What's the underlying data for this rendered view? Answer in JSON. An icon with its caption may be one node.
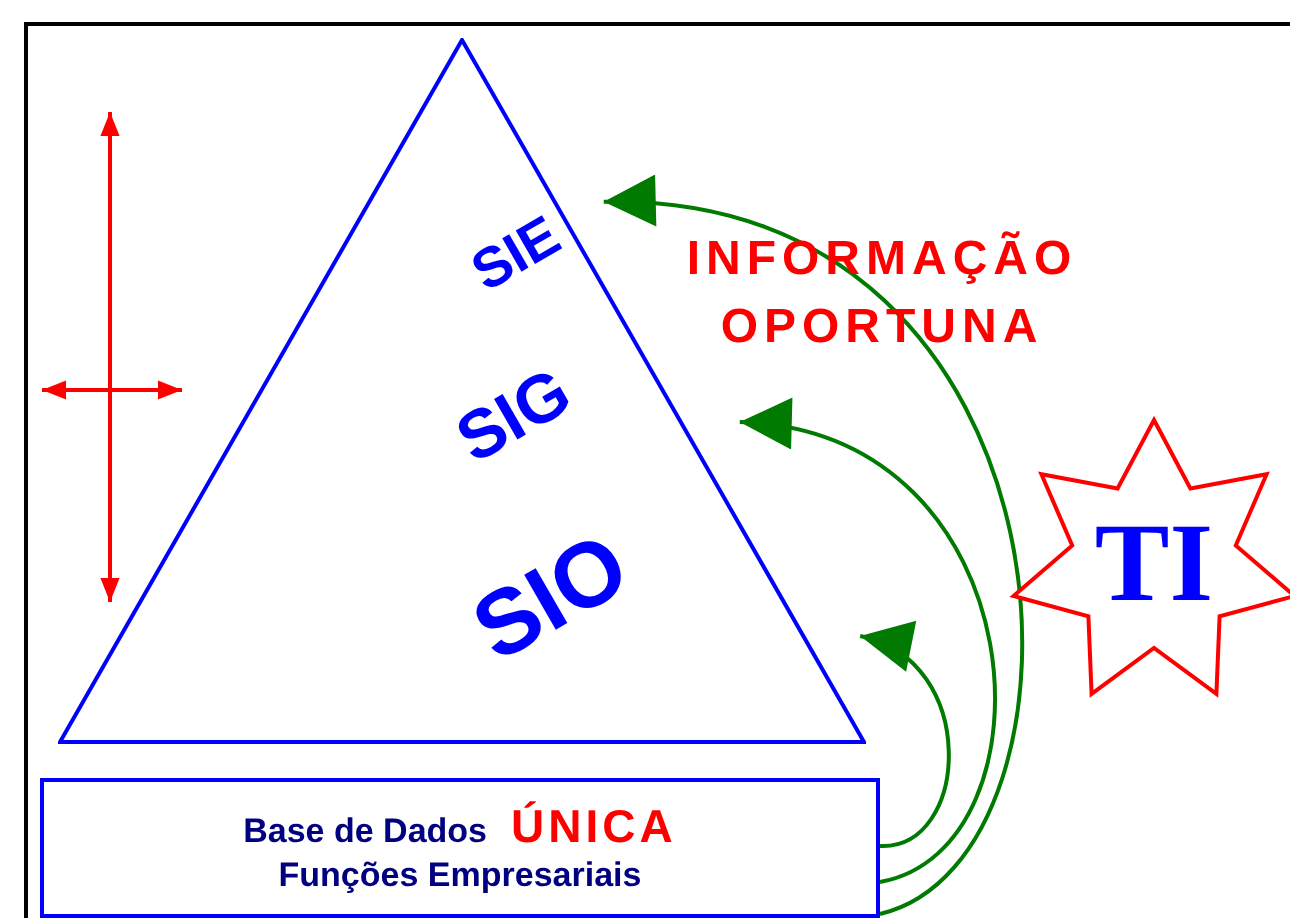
{
  "diagram": {
    "nodes": [
      {
        "text": [
          "SIE",
          "SIG",
          "SIO"
        ]
      },
      {
        "text": [
          "Base de Dados",
          "ÚNICA",
          "Funções Empresariais"
        ]
      },
      {
        "text": [
          "TI"
        ]
      }
    ],
    "edges": [
      {
        "from": 1,
        "to": 0,
        "arrow": "to",
        "color": "#007a00"
      },
      {
        "from": 1,
        "to": 0,
        "arrow": "to",
        "color": "#007a00"
      },
      {
        "from": 1,
        "to": 0,
        "arrow": "to",
        "color": "#007a00"
      }
    ],
    "labels": [
      "INFORMAÇÃO OPORTUNA"
    ]
  }
}
